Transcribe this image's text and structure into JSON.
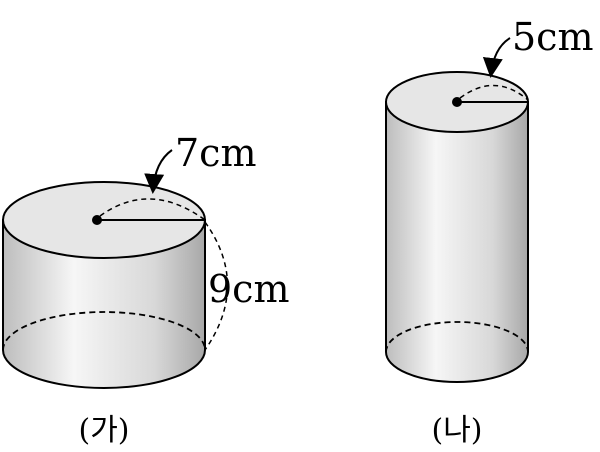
{
  "figures": [
    {
      "caption": "(가)",
      "radius_label": "7cm",
      "height_label": "9cm"
    },
    {
      "caption": "(나)",
      "radius_label": "5cm"
    }
  ],
  "colors": {
    "stroke": "#000000",
    "top_fill": "#e6e6e6",
    "side_light": "#f4f4f4",
    "side_dark": "#bdbdbd"
  }
}
